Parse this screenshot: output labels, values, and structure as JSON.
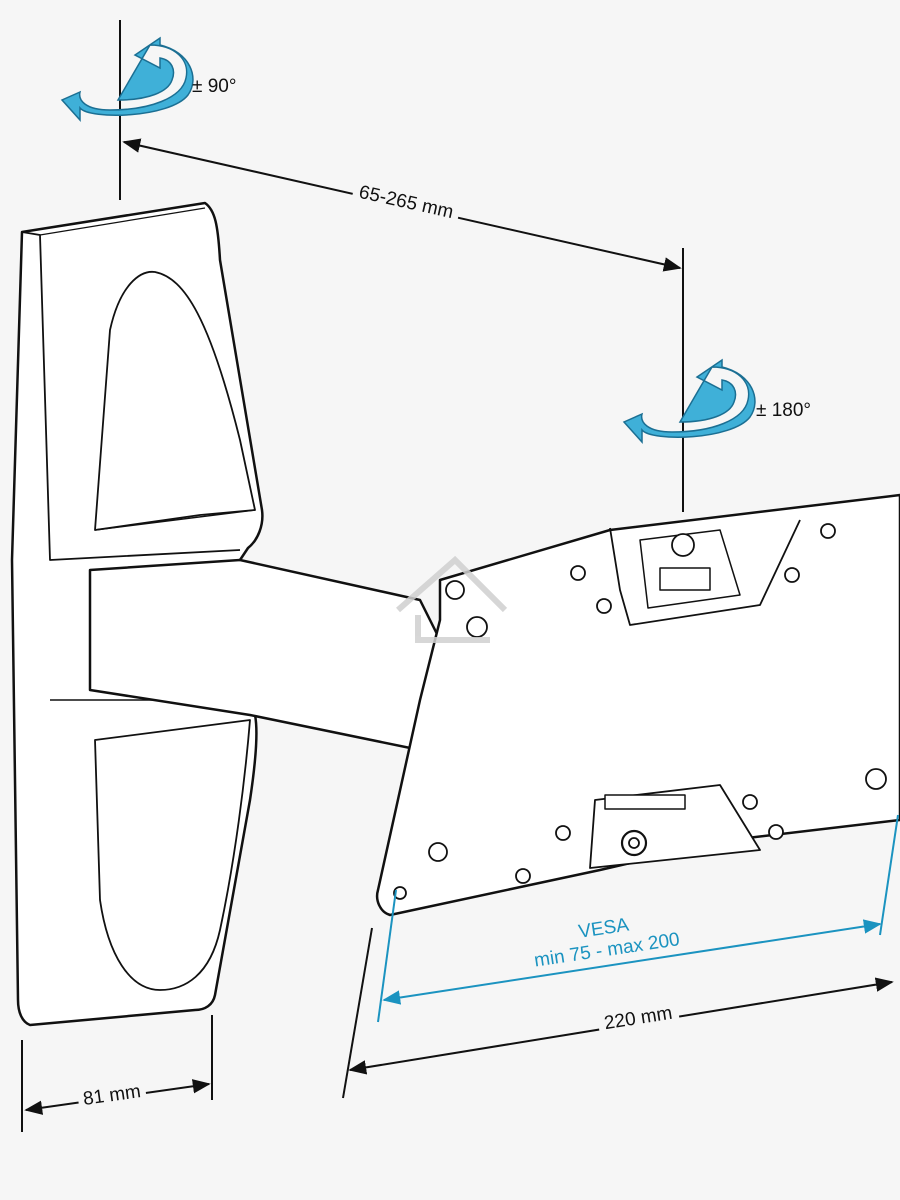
{
  "labels": {
    "rotation_top": "± 90°",
    "rotation_mid": "± 180°",
    "arm_extension": "65-265 mm",
    "vesa_title": "VESA",
    "vesa_range": "min 75 - max 200",
    "plate_width": "220 mm",
    "wall_plate_depth": "81 mm"
  },
  "colors": {
    "line": "#111111",
    "accent": "#1b93c0",
    "arrow_fill": "#3fb0d8",
    "background": "#f6f6f6",
    "part_fill": "#ffffff"
  },
  "icons": {
    "rotation_top": "rotate-arrow-icon",
    "rotation_mid": "rotate-arrow-icon",
    "watermark": "house-logo-icon"
  }
}
